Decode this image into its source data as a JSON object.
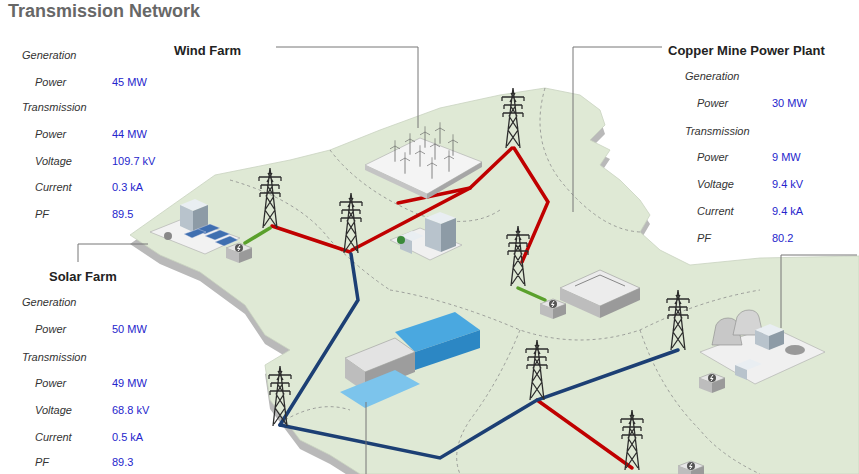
{
  "diagram": {
    "title": "Transmission Network",
    "labels": [
      "Generation",
      "Power",
      "45 MW",
      "Transmission",
      "Power",
      "44 MW",
      "Voltage",
      "109.7 kV",
      "Current",
      "0.3 kA",
      "PF",
      "89.5",
      "Wind Farm",
      "Copper Mine Power Plant",
      "Generation",
      "Power",
      "30 MW",
      "Transmission",
      "Power",
      "9 MW",
      "Voltage",
      "9.4 kV",
      "Current",
      "9.4 kA",
      "PF",
      "80.2",
      "Solar Farm",
      "Generation",
      "Power",
      "50 MW",
      "Transmission",
      "Power",
      "49 MW",
      "Voltage",
      "68.8 kV",
      "Current",
      "0.5 kA",
      "PF",
      "89.3"
    ]
  }
}
